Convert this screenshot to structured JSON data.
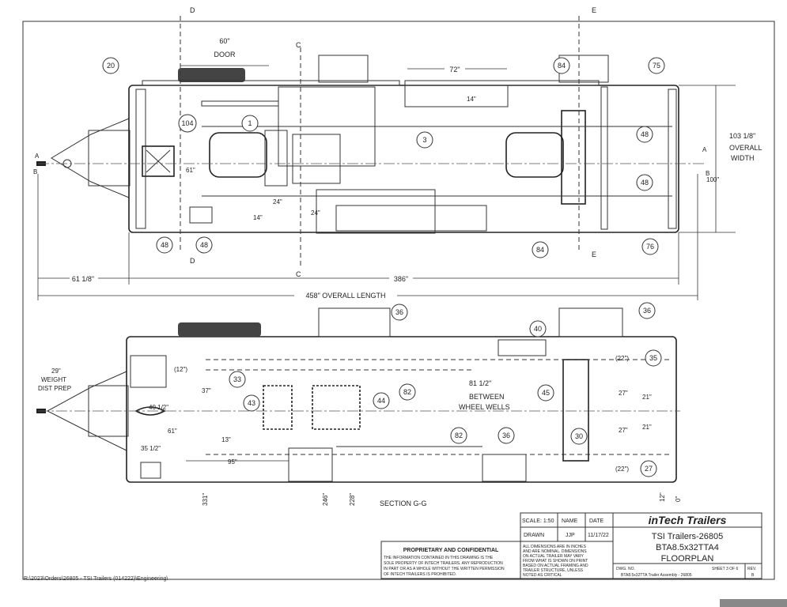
{
  "top_view": {
    "section_marks": [
      "D",
      "D",
      "C",
      "C",
      "E",
      "E",
      "A",
      "B",
      "A",
      "B"
    ],
    "door": {
      "dim": "60\"",
      "label": "DOOR"
    },
    "dims": {
      "d72": "72\"",
      "d14a": "14\"",
      "d61": "61\"",
      "d24a": "24\"",
      "d24b": "24\"",
      "d14b": "14\"",
      "overall_width_value": "103 1/8\"",
      "overall_width_label1": "OVERALL",
      "overall_width_label2": "WIDTH",
      "inner_width": "100\"",
      "tongue": "61 1/8\"",
      "body_length": "386\"",
      "overall_length": "458\" OVERALL LENGTH"
    },
    "balloons": [
      "20",
      "1",
      "104",
      "3",
      "84",
      "75",
      "48",
      "48",
      "48",
      "48",
      "84",
      "76"
    ]
  },
  "section_view": {
    "title": "SECTION G-G",
    "balloons": [
      "36",
      "36",
      "40",
      "36",
      "35",
      "33",
      "82",
      "82",
      "43",
      "44",
      "45",
      "30",
      "27"
    ],
    "dims": {
      "d12p": "(12\")",
      "d37": "37\"",
      "between_value": "81 1/2\"",
      "between_l1": "BETWEEN",
      "between_l2": "WHEEL WELLS",
      "d27a": "27\"",
      "d27b": "27\"",
      "d21a": "21\"",
      "d21b": "21\"",
      "d22a": "(22\")",
      "d22b": "(22\")",
      "weight1": "29\"",
      "weight2": "WEIGHT",
      "weight3": "DIST PREP",
      "d40": "40 1/2\"",
      "d61": "61\"",
      "d35": "35 1/2\"",
      "d13": "13\"",
      "d95": "95\"",
      "v331": "331\"",
      "v246": "246\"",
      "v228": "228\"",
      "v12": "12\"",
      "v0": "0\""
    }
  },
  "title_block": {
    "scale": "SCALE: 1:50",
    "name_h": "NAME",
    "date_h": "DATE",
    "drawn": "DRAWN",
    "drawn_by": "JJP",
    "date": "11/17/22",
    "company": "inTech Trailers",
    "title1": "TSI Trailers-26805",
    "title2": "BTA8.5x32TTA4",
    "title3": "FLOORPLAN",
    "notes": [
      "ALL DIMENSIONS ARE IN INCHES",
      "AND ARE NOMINAL. DIMENSIONS",
      "ON ACTUAL TRAILER MAY VARY",
      "FROM WHAT IS SHOWN ON PRINT",
      "BASED ON ACTUAL FRAMING AND",
      "TRAILER STRUCTURE, UNLESS",
      "NOTED AS CRITICAL"
    ],
    "dwg_no_label": "DWG. NO.",
    "sheet": "SHEET 3 OF 6",
    "rev_label": "REV.",
    "dwg_no": "BTA8.5x32TTA Trailer Assembly - 26805",
    "rev": "B"
  },
  "proprietary": {
    "heading": "PROPRIETARY AND CONFIDENTIAL",
    "lines": [
      "THE INFORMATION CONTAINED IN THIS DRAWING IS THE",
      "SOLE PROPERTY OF INTECH TRAILERS. ANY REPRODUCTION",
      "IN PART OR AS A WHOLE WITHOUT THE WRITTEN PERMISSION",
      "OF INTECH TRAILERS IS PROHIBITED."
    ]
  },
  "file_path": "R:\\2023\\Orders\\26805 - TSI Trailers (014222)\\Engineering\\"
}
